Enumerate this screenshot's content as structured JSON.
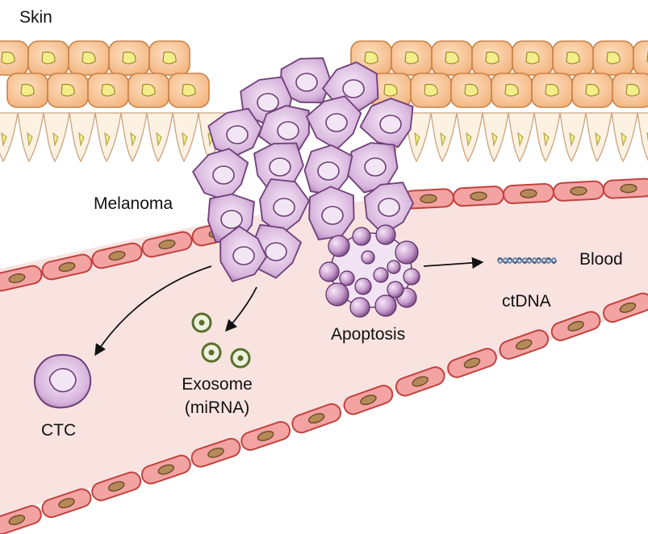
{
  "labels": {
    "skin": "Skin",
    "melanoma": "Melanoma",
    "blood": "Blood",
    "apoptosis": "Apoptosis",
    "ctdna": "ctDNA",
    "ctc": "CTC",
    "exosome_line1": "Exosome",
    "exosome_line2": "(miRNA)"
  },
  "colors": {
    "skin_cell_fill": "#f6c08e",
    "skin_cell_stroke": "#c8824a",
    "skin_nucleus": "#f3ee8a",
    "basal_cell_fill": "#fdf1e2",
    "basal_cell_stroke": "#caa47e",
    "tumor_cell_fill": "#d9b8de",
    "tumor_cell_stroke": "#6e3f78",
    "tumor_nucleus": "#f2e6f4",
    "vessel_wall_fill": "#f4a3a3",
    "vessel_wall_stroke": "#c0433f",
    "vessel_lumen": "#f9e3e1",
    "wall_nucleus": "#b58a58",
    "exosome_ring": "#5a6f2c",
    "dna_strand": "#3f5a80",
    "arrow": "#111111"
  },
  "icons": [
    "skin-cell-layer",
    "melanoma-cluster",
    "blood-vessel",
    "apoptotic-body",
    "ctdna-helix",
    "ctc-cell",
    "exosome-vesicle"
  ]
}
